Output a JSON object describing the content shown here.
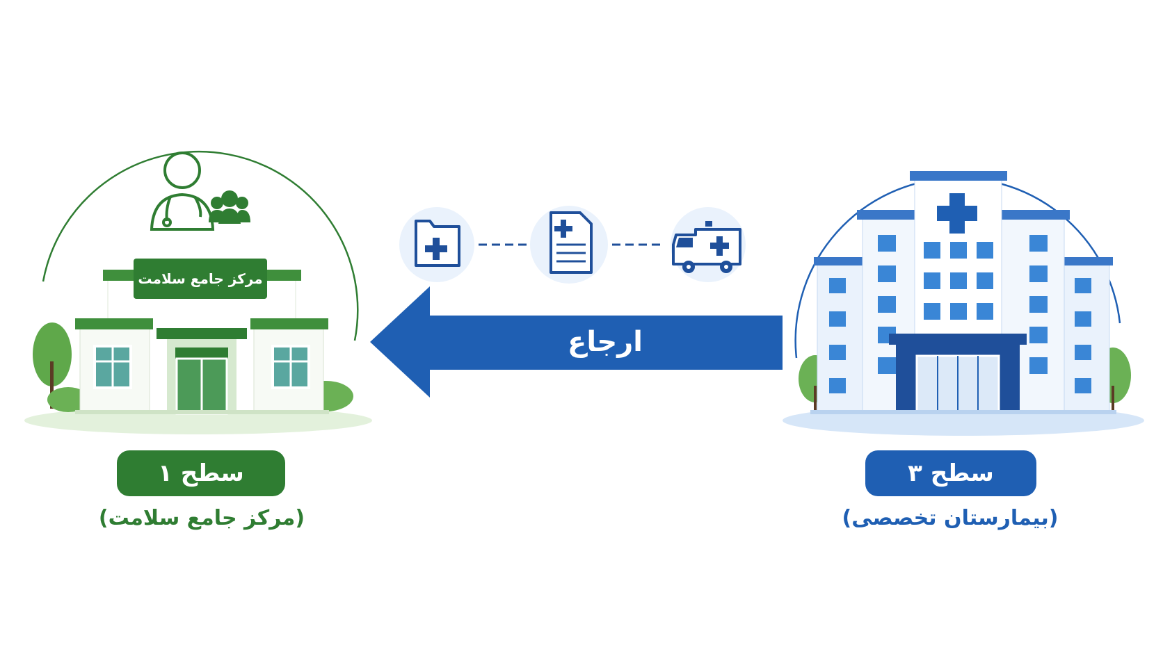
{
  "arrow": {
    "label": "ارجاع"
  },
  "left": {
    "sign": "مرکز جامع سلامت",
    "level": "سطح ۱",
    "caption": "(مرکز جامع سلامت)"
  },
  "right": {
    "level": "سطح ۳",
    "caption": "(بیمارستان تخصصی)"
  },
  "flow_icons": [
    "medical-folder-icon",
    "medical-document-icon",
    "ambulance-icon"
  ],
  "colors": {
    "green": "#2f7d32",
    "blue": "#1f5fb3",
    "light_blue": "#e6f0fb",
    "light_green": "#e3f1dc"
  }
}
